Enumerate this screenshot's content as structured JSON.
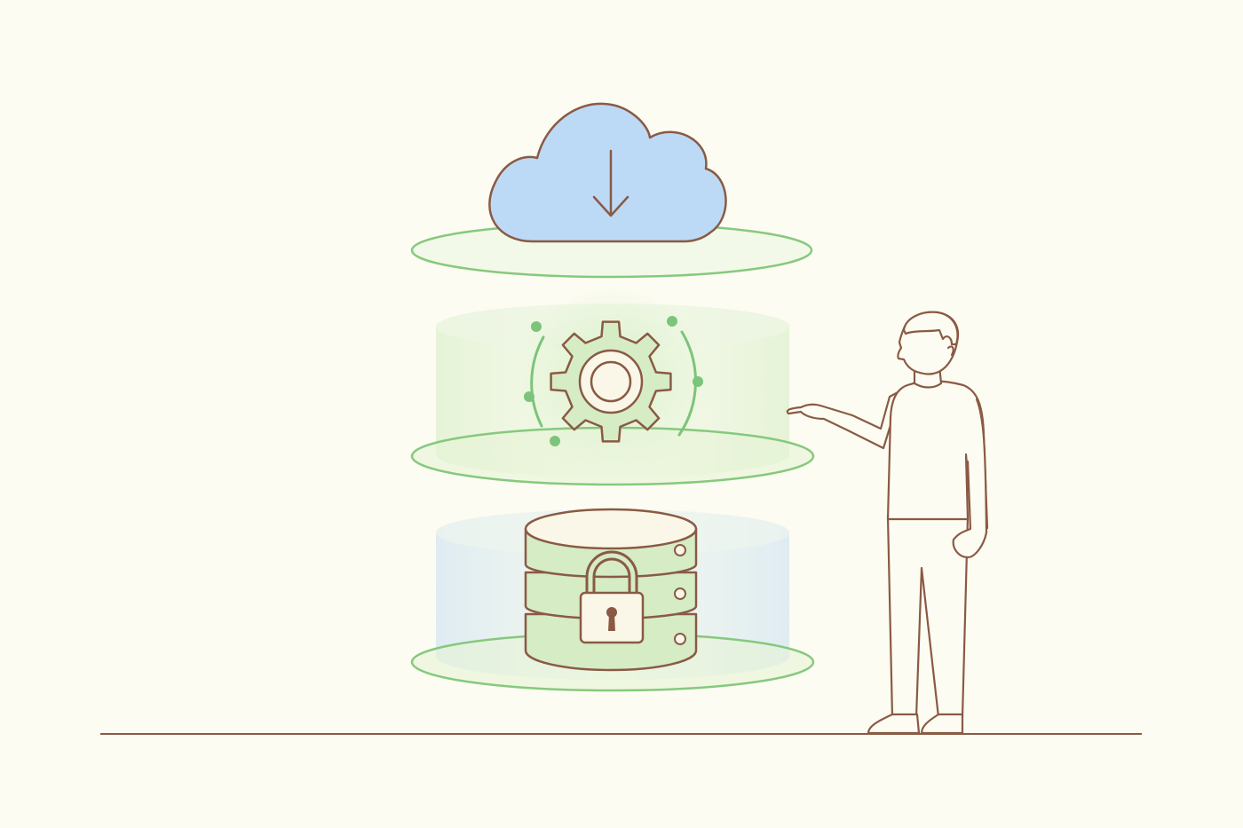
{
  "colors": {
    "background": "#fdfcf2",
    "outline": "#8a5a44",
    "ring_green": "#7cc47a",
    "fill_green": "#d5ecc5",
    "cloud_blue": "#bcdaf5",
    "lock_fill": "#fbf7e8",
    "keyhole": "#8a5a44"
  },
  "illustration": {
    "layers": [
      {
        "name": "cloud",
        "icon": "cloud-download-icon"
      },
      {
        "name": "processing",
        "icon": "gear-icon"
      },
      {
        "name": "storage",
        "icon": "locked-database-icon"
      }
    ],
    "figure": "person-presenting"
  }
}
